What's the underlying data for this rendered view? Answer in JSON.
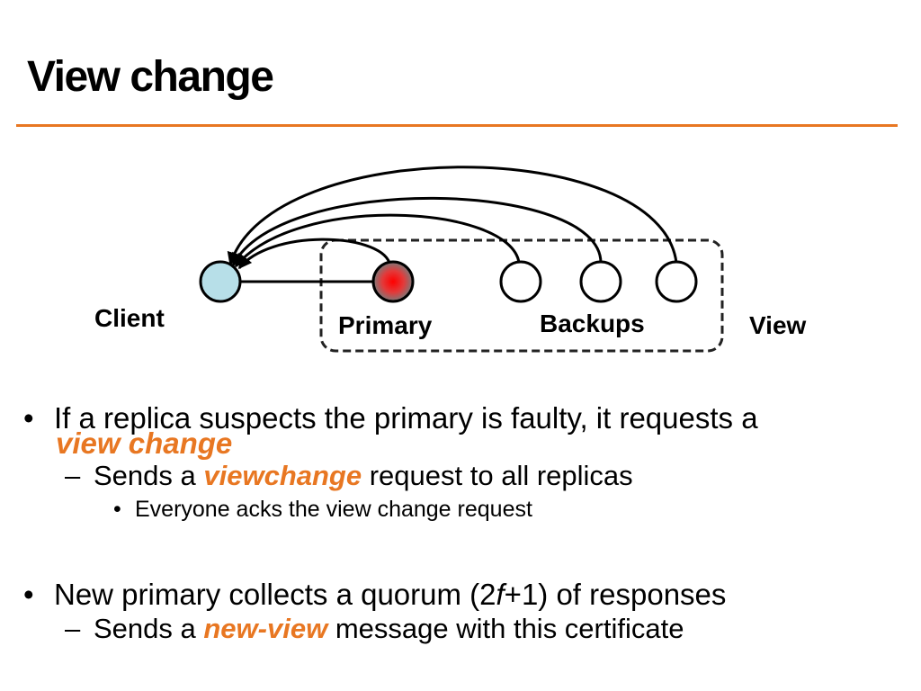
{
  "title": "View change",
  "accent_color": "#e87722",
  "diagram": {
    "labels": {
      "client": "Client",
      "primary": "Primary",
      "backups": "Backups",
      "view": "View"
    },
    "client_fill": "#b7dfe8",
    "primary_fill": "#ff0000"
  },
  "bullets": [
    {
      "pre": "If a replica suspects the primary is faulty, it requests a",
      "keyword": "view change"
    },
    {
      "pre": "Sends a ",
      "keyword": "viewchange",
      "post": " request to all replicas"
    },
    {
      "text": "Everyone acks the view change request"
    },
    {
      "pre": "New primary collects a quorum (2",
      "var": "f",
      "post": "+1) of responses"
    },
    {
      "pre": "Sends a ",
      "keyword": "new-view",
      "post": " message with this certificate"
    }
  ]
}
